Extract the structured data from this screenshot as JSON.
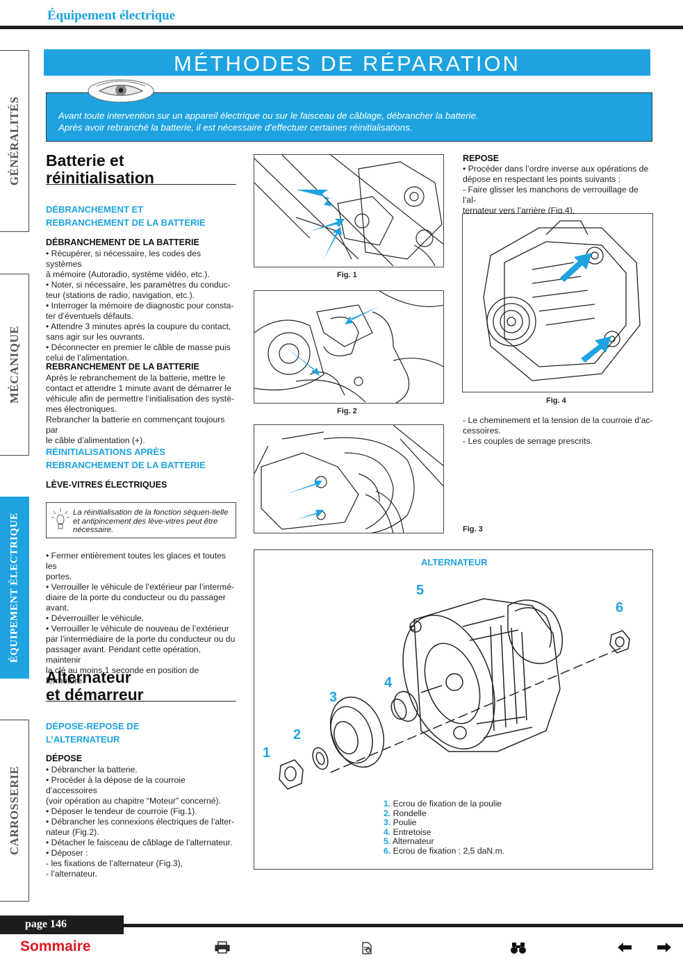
{
  "header": {
    "section_title": "Équipement électrique"
  },
  "side_tabs": [
    "GÉNÉRALITÉS",
    "MÉCANIQUE",
    "ÉQUIPEMENT ÉLECTRIQUE",
    "CARROSSERIE"
  ],
  "banner": {
    "title": "MÉTHODES DE RÉPARATION"
  },
  "intro": {
    "line1": "Avant toute intervention sur un appareil électrique ou sur le faisceau de câblage, débrancher la batterie.",
    "line2": "Après avoir rebranché la batterie, il est nécessaire d’effectuer certaines réinitialisations."
  },
  "left": {
    "h1_l1": "Batterie et",
    "h1_l2": "réinitialisation",
    "sub1_l1": "DÉBRANCHEMENT ET",
    "sub1_l2": "REBRANCHEMENT DE LA BATTERIE",
    "lbl_debr": "DÉBRANCHEMENT DE LA BATTERIE",
    "debr_lines": [
      "• Récupérer, si nécessaire, les codes des systèmes",
      "à mémoire (Autoradio, système vidéo, etc.).",
      "• Noter, si nécessaire, les paramètres du conduc-",
      "teur (stations de radio, navigation, etc.).",
      "• Interroger la mémoire de diagnostic pour consta-",
      "ter d’éventuels défauts.",
      "• Attendre 3 minutes après la coupure du contact,",
      "sans agir sur les ouvrants.",
      "• Déconnecter en premier le câble de masse puis",
      "celui de l’alimentation."
    ],
    "lbl_rebr": "REBRANCHEMENT DE LA BATTERIE",
    "rebr_lines": [
      "Après le rebranchement de la batterie, mettre le",
      "contact et attendre 1 minute avant de démarrer le",
      "véhicule afin de permettre l’initialisation des systè-",
      "mes électroniques.",
      "Rebrancher la batterie en commençant toujours par",
      "le câble d’alimentation (+)."
    ],
    "sub2_l1": "RÉINITIALISATIONS APRÈS",
    "sub2_l2": "REBRANCHEMENT DE LA BATTERIE",
    "lbl_lv": "LÈVE-VITRES ÉLECTRIQUES",
    "note": "La réinitialisation de la fonction séquen-tielle et antipincement des lève-vitres peut être nécessaire.",
    "lv_lines": [
      "• Fermer entièrement toutes les glaces et toutes les",
      "portes.",
      "• Verrouiller le véhicule de l’extérieur par l’intermé-",
      "diaire de la porte du conducteur ou du passager",
      "avant.",
      "• Déverrouiller le véhicule.",
      "• Verrouiller le véhicule de nouveau de l’extérieur",
      "par l’intermédiaire de la porte du conducteur ou du",
      "passager avant. Pendant cette opération, maintenir",
      "la clé au moins 1 seconde en position de fermeture."
    ],
    "h2_l1": "Alternateur",
    "h2_l2": "et démarreur",
    "sub3_l1": "DÉPOSE-REPOSE DE",
    "sub3_l2": "L’ALTERNATEUR",
    "lbl_depose": "DÉPOSE",
    "depose_lines": [
      "• Débrancher la batterie.",
      "• Procéder à la dépose de la courroie d’accessoires",
      "(voir opération au chapitre “Moteur” concerné).",
      "• Déposer le tendeur de courroie (Fig.1).",
      "• Débrancher les connexions électriques de l’alter-",
      "nateur (Fig.2).",
      "• Détacher le faisceau de câblage de l’alternateur.",
      "• Déposer :",
      "- les fixations de l’alternateur (Fig.3),",
      "- l’alternateur."
    ]
  },
  "figures": {
    "fig1": "Fig. 1",
    "fig2": "Fig. 2",
    "fig3": "Fig. 3",
    "fig4": "Fig. 4"
  },
  "right": {
    "lbl_repose": "REPOSE",
    "repose_lines": [
      "• Procéder dans l’ordre inverse aux opérations de",
      "dépose en respectant les points suivants :",
      "- Faire glisser les manchons de verrouillage de l’al-",
      "ternateur vers l’arrière (Fig.4)."
    ],
    "after_lines": [
      "- Le cheminement et la tension de la courroie d’ac-",
      "cessoires.",
      "- Les couples de serrage prescrits."
    ]
  },
  "diagram": {
    "title": "ALTERNATEUR",
    "callouts": [
      "1",
      "2",
      "3",
      "4",
      "5",
      "6"
    ],
    "legend": [
      {
        "num": "1.",
        "text": "Ecrou de fixation de la poulie"
      },
      {
        "num": "2.",
        "text": "Rondelle"
      },
      {
        "num": "3.",
        "text": "Poulie"
      },
      {
        "num": "4.",
        "text": "Entretoise"
      },
      {
        "num": "5.",
        "text": "Alternateur"
      },
      {
        "num": "6.",
        "text": "Ecrou de fixation : 2,5 daN.m."
      }
    ]
  },
  "footer": {
    "page": "page 146",
    "sommaire": "Sommaire"
  },
  "colors": {
    "accent": "#1ea3e0",
    "sommaire": "#e0171f",
    "rule": "#1d1d1d"
  },
  "icons": [
    "eye-icon",
    "lamp-icon",
    "print-icon",
    "document-icon",
    "binoculars-icon",
    "arrow-left-icon",
    "arrow-right-icon"
  ]
}
